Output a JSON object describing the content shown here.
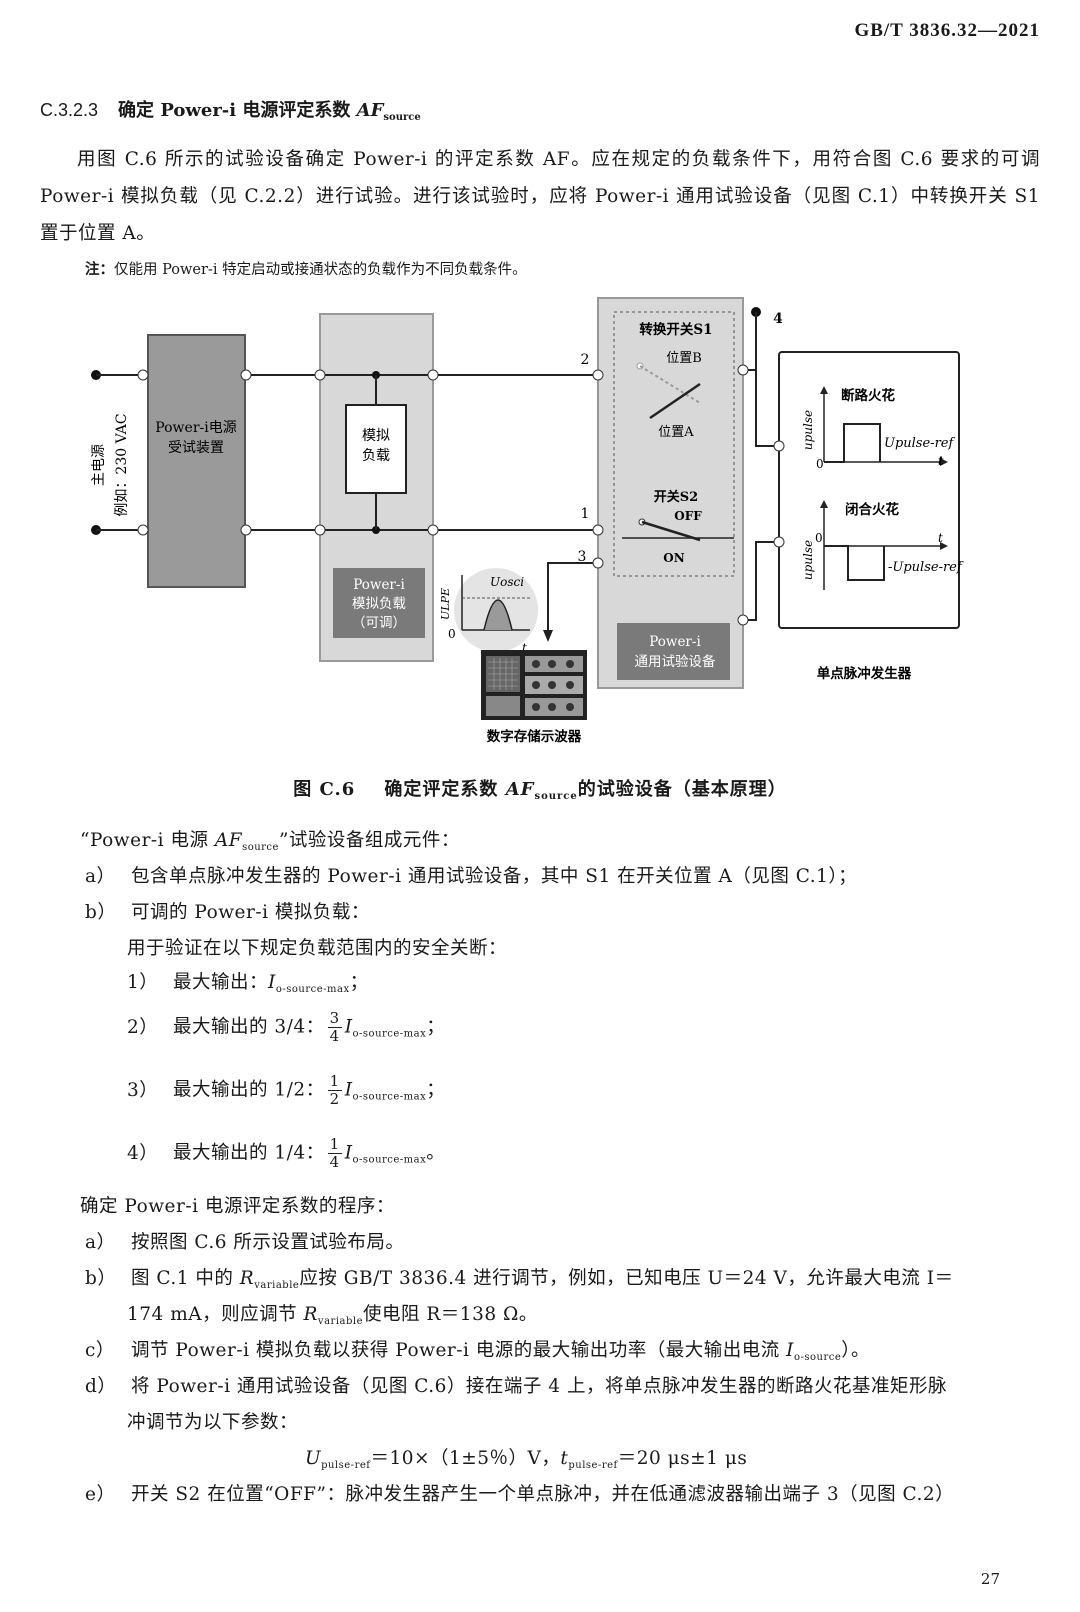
{
  "header": {
    "std": "GB/T 3836.32—2021"
  },
  "section": {
    "num": "C.3.2.3",
    "title": "确定 Power-i 电源评定系数",
    "af": "AF",
    "af_sub": "source"
  },
  "para1": "用图 C.6 所示的试验设备确定 Power-i 的评定系数 AF。应在规定的负载条件下，用符合图 C.6 要求的可调 Power-i 模拟负载（见 C.2.2）进行试验。进行该试验时，应将 Power-i 通用试验设备（见图 C.1）中转换开关 S1 置于位置 A。",
  "note": {
    "label": "注：",
    "text": "仅能用 Power-i 特定启动或接通状态的负载作为不同负载条件。"
  },
  "figure": {
    "mains_1": "主电源",
    "mains_2": "例如：230 VAC",
    "dut_1": "Power-i电源",
    "dut_2": "受试装置",
    "sim_load_1": "模拟",
    "sim_load_2": "负载",
    "adj_1": "Power-i",
    "adj_2": "模拟负载",
    "adj_3": "（可调）",
    "switch_s1": "转换开关S1",
    "pos_b": "位置B",
    "pos_a": "位置A",
    "switch_s2": "开关S2",
    "off": "OFF",
    "on": "ON",
    "gen_1": "Power-i",
    "gen_2": "通用试验设备",
    "t1": "1",
    "t2": "2",
    "t3": "3",
    "t4": "4",
    "open_spark": "断路火花",
    "close_spark": "闭合火花",
    "pulse_gen": "单点脉冲发生器",
    "upulse": "upulse",
    "upulse_ref": "Upulse-ref",
    "neg_upulse_ref": "-Upulse-ref",
    "t": "t",
    "zero": "0",
    "u_osci": "Uosci",
    "u_lpe": "ULPE",
    "scope": "数字存储示波器"
  },
  "caption": {
    "fig": "图 C.6",
    "text1": "确定评定系数",
    "af": "AF",
    "af_sub": "source",
    "text2": "的试验设备（基本原理）"
  },
  "components": {
    "intro_q1": "“Power-i 电源 ",
    "intro_af": "AF",
    "intro_sub": "source",
    "intro_q2": "”试验设备组成元件：",
    "a_lab": "a）",
    "a": "包含单点脉冲发生器的 Power-i 通用试验设备，其中 S1 在开关位置 A（见图 C.1）；",
    "b_lab": "b）",
    "b": "可调的 Power-i 模拟负载：",
    "b_sub": "用于验证在以下规定负载范围内的安全关断：",
    "items": [
      {
        "lab": "1）",
        "text": "最大输出：",
        "num": "",
        "den": "",
        "i": "I",
        "sub": "o-source-max",
        "end": "；"
      },
      {
        "lab": "2）",
        "text": "最大输出的 3/4：",
        "num": "3",
        "den": "4",
        "i": "I",
        "sub": "o-source-max",
        "end": "；"
      },
      {
        "lab": "3）",
        "text": "最大输出的 1/2：",
        "num": "1",
        "den": "2",
        "i": "I",
        "sub": "o-source-max",
        "end": "；"
      },
      {
        "lab": "4）",
        "text": "最大输出的 1/4：",
        "num": "1",
        "den": "4",
        "i": "I",
        "sub": "o-source-max",
        "end": "。"
      }
    ]
  },
  "procedure": {
    "intro": "确定 Power-i 电源评定系数的程序：",
    "a_lab": "a）",
    "a": "按照图 C.6 所示设置试验布局。",
    "b_lab": "b）",
    "b1_pre": "图 C.1 中的 ",
    "b1_r": "R",
    "b1_rsub": "variable",
    "b1_post": "应按 GB/T 3836.4 进行调节，例如，已知电压 U＝24 V，允许最大电流 I＝",
    "b2_pre": "174 mA，则应调节 ",
    "b2_r": "R",
    "b2_rsub": "variable",
    "b2_post": "使电阻 R＝138 Ω。",
    "c_lab": "c）",
    "c_pre": "调节 Power-i 模拟负载以获得 Power-i 电源的最大输出功率（最大输出电流 ",
    "c_i": "I",
    "c_sub": "o-source",
    "c_post": "）。",
    "d_lab": "d）",
    "d1": "将 Power-i 通用试验设备（见图 C.6）接在端子 4 上，将单点脉冲发生器的断路火花基准矩形脉",
    "d2": "冲调节为以下参数：",
    "formula_u": "U",
    "formula_usub": "pulse-ref",
    "formula_mid": "＝10×（1±5％）V，",
    "formula_t": "t",
    "formula_tsub": "pulse-ref",
    "formula_end": "＝20 μs±1 μs",
    "e_lab": "e）",
    "e": "开关 S2 在位置“OFF”：脉冲发生器产生一个单点脉冲，并在低通滤波器输出端子 3（见图 C.2）"
  },
  "page_num": "27"
}
